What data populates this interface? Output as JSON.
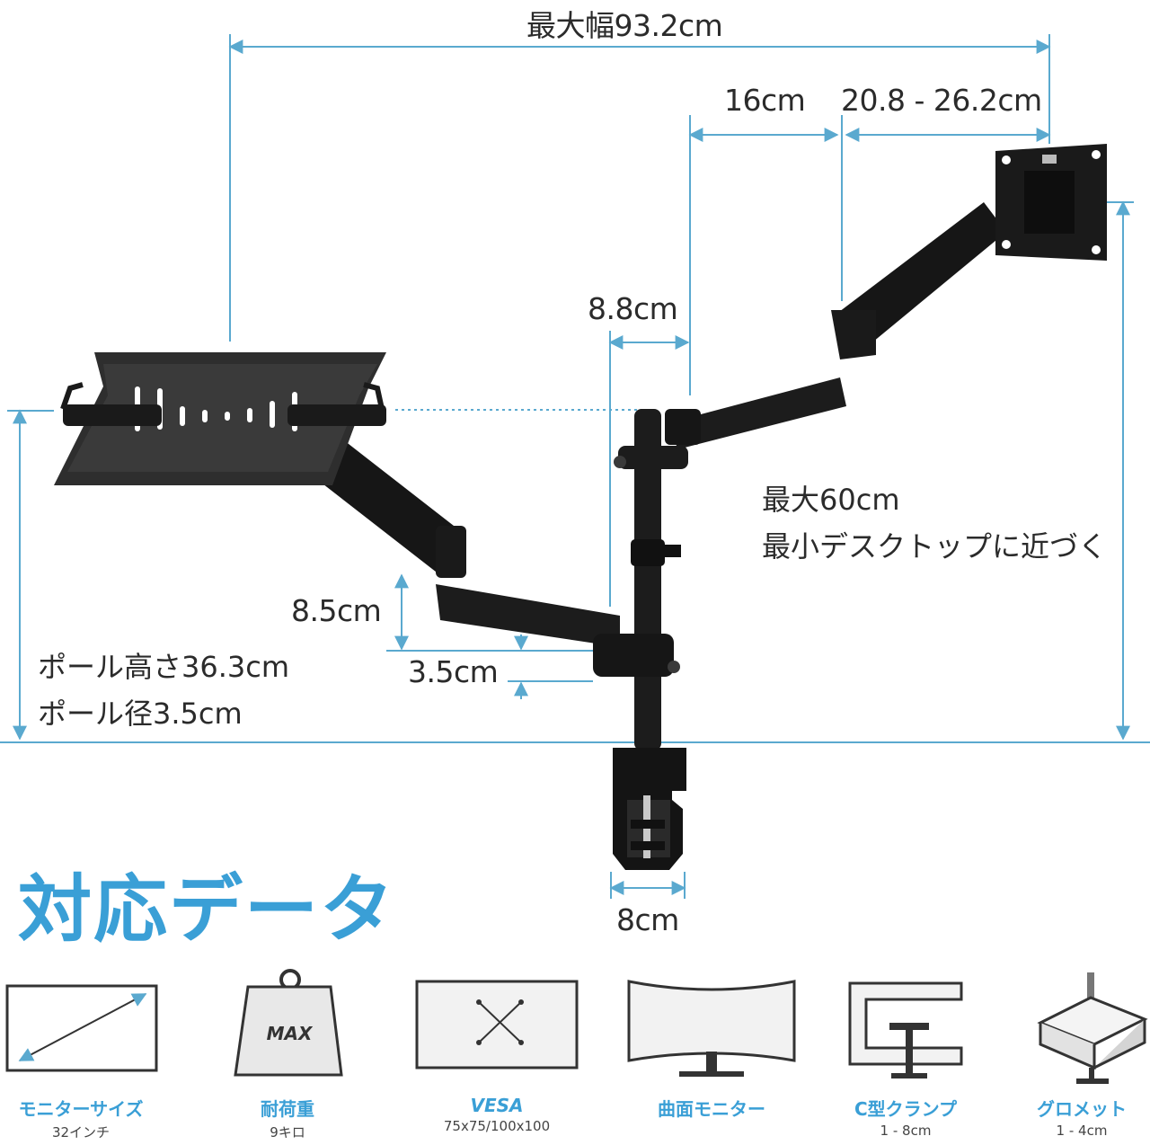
{
  "dimensions": {
    "max_width": "最大幅93.2cm",
    "arm_segment": "16cm",
    "vesa_extension": "20.8 - 26.2cm",
    "pole_offset": "8.8cm",
    "arm_drop": "8.5cm",
    "arm_gap": "3.5cm",
    "clamp_width": "8cm"
  },
  "height_note": {
    "line1": "最大60cm",
    "line2": "最小デスクトップに近づく"
  },
  "pole_note": {
    "line1": "ポール高さ36.3cm",
    "line2": "ポール径3.5cm"
  },
  "section_title": "対応データ",
  "features": [
    {
      "icon": "monitor-size-icon",
      "label": "モニターサイズ",
      "value": "32インチ"
    },
    {
      "icon": "weight-icon",
      "label": "耐荷重",
      "value": "9キロ",
      "icon_text": "MAX"
    },
    {
      "icon": "vesa-icon",
      "label": "VESA",
      "value": "75x75/100x100"
    },
    {
      "icon": "curved-monitor-icon",
      "label": "曲面モニター",
      "value": ""
    },
    {
      "icon": "c-clamp-icon",
      "label": "C型クランプ",
      "value": "1 - 8cm"
    },
    {
      "icon": "grommet-icon",
      "label": "グロメット",
      "value": "1 - 4cm"
    }
  ],
  "colors": {
    "accent": "#3a9fd6",
    "dimension_line": "#5aa9cf",
    "product": "#1c1c1c"
  }
}
